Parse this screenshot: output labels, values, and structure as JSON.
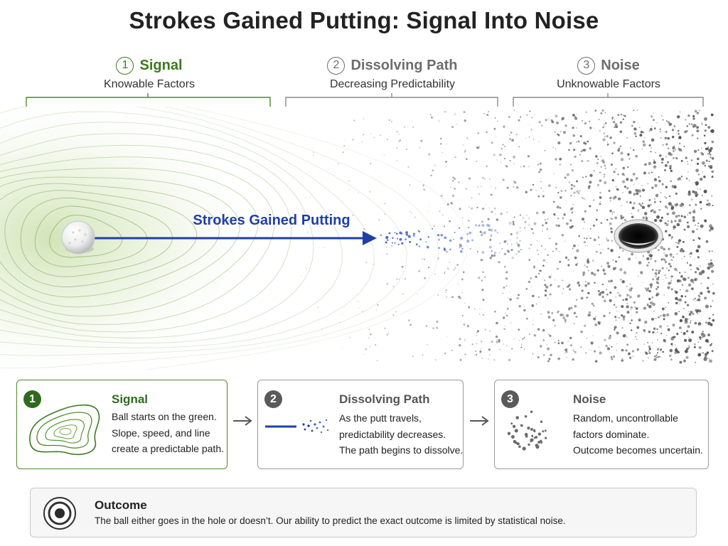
{
  "title": "Strokes Gained Putting: Signal Into Noise",
  "phases": [
    {
      "number": "1",
      "name": "Signal",
      "subtitle": "Knowable Factors"
    },
    {
      "number": "2",
      "name": "Dissolving Path",
      "subtitle": "Decreasing Predictability"
    },
    {
      "number": "3",
      "name": "Noise",
      "subtitle": "Unknowable Factors"
    }
  ],
  "scene": {
    "arrow_label": "Strokes Gained Putting"
  },
  "cards": [
    {
      "number": "1",
      "title": "Signal",
      "lines": [
        "Ball starts on the green.",
        "Slope, speed, and line",
        "create a predictable path."
      ]
    },
    {
      "number": "2",
      "title": "Dissolving Path",
      "lines": [
        "As the putt travels,",
        "predictability decreases.",
        "The path begins to dissolve."
      ]
    },
    {
      "number": "3",
      "title": "Noise",
      "lines": [
        "Random, uncontrollable",
        "factors dominate.",
        "Outcome becomes uncertain."
      ]
    }
  ],
  "outcome": {
    "title": "Outcome",
    "text": "The ball either goes in the hole or doesn’t. Our ability to predict the exact outcome is limited by statistical noise."
  },
  "colors": {
    "signal_green": "#3c7a1e",
    "arrow_blue": "#1f3fa8",
    "noise_gray": "#6d6d6d"
  }
}
